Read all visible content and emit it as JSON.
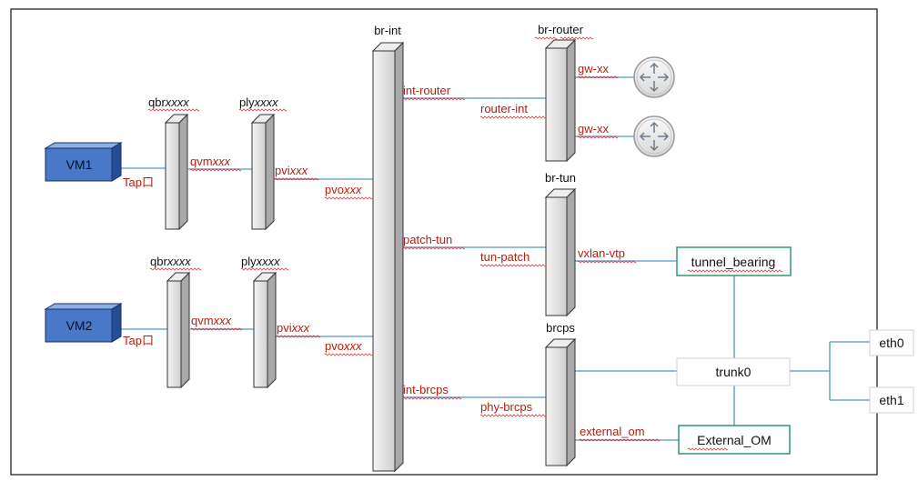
{
  "vms": [
    {
      "label": "VM1",
      "tap": "Tap口",
      "qbr": "qbr",
      "qvm": "qvm",
      "ply": "ply",
      "pvi": "pvi",
      "pvo": "pvo",
      "suffix": "xxxx",
      "suffix3": "xxx"
    },
    {
      "label": "VM2",
      "tap": "Tap口",
      "qbr": "qbr",
      "qvm": "qvm",
      "ply": "ply",
      "pvi": "pvi",
      "pvo": "pvo",
      "suffix": "xxxx",
      "suffix3": "xxx"
    }
  ],
  "bridges": {
    "br_int": "br-int",
    "br_router": "br-router",
    "br_tun": "br-tun",
    "brcps": "brcps"
  },
  "ports": {
    "int_router": "int-router",
    "router_int": "router-int",
    "gw_1": "gw-xx",
    "gw_2": "gw-xx",
    "patch_tun": "patch-tun",
    "tun_patch": "tun-patch",
    "vxlan_vtp": "vxlan-vtp",
    "int_brcps": "int-brcps",
    "phy_brcps": "phy-brcps",
    "external_om": "external_om"
  },
  "boxes": {
    "tunnel_bearing": "tunnel_bearing",
    "trunk0": "trunk0",
    "external_OM": "External_OM",
    "eth0": "eth0",
    "eth1": "eth1"
  },
  "colors": {
    "vm_fill": "#4a78c8",
    "label_red": "#b4200f",
    "line_blue": "#6fa7cf",
    "box_green": "#2e9c6a"
  },
  "icons": [
    "router-icon",
    "router-icon"
  ]
}
